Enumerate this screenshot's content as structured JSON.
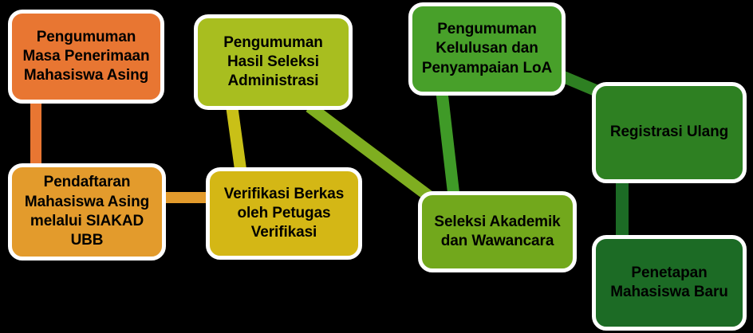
{
  "diagram": {
    "background_color": "#000000",
    "node_border_color": "#ffffff",
    "text_color": "#000000",
    "nodes": [
      {
        "id": "pengumuman-masa",
        "label": "Pengumuman\nMasa Penerimaan\nMahasiswa Asing",
        "color": "#e87632"
      },
      {
        "id": "hasil-seleksi",
        "label": "Pengumuman\nHasil Seleksi\nAdministrasi",
        "color": "#a8be1f"
      },
      {
        "id": "kelulusan-loa",
        "label": "Pengumuman\nKelulusan dan\nPenyampaian LoA",
        "color": "#48a02a"
      },
      {
        "id": "registrasi-ulang",
        "label": "Registrasi Ulang",
        "color": "#2e8022"
      },
      {
        "id": "pendaftaran",
        "label": "Pendaftaran\nMahasiswa Asing\nmelalui SIAKAD\nUBB",
        "color": "#e39b2c"
      },
      {
        "id": "verifikasi-berkas",
        "label": "Verifikasi Berkas\noleh  Petugas\nVerifikasi",
        "color": "#d4b715"
      },
      {
        "id": "seleksi-akademik",
        "label": "Seleksi Akademik\ndan Wawancara",
        "color": "#72a81c"
      },
      {
        "id": "penetapan-baru",
        "label": "Penetapan\nMahasiswa Baru",
        "color": "#1c6b25"
      }
    ],
    "edges": [
      {
        "id": "masa-to-pendaftaran",
        "from": "pengumuman-masa",
        "to": "pendaftaran",
        "color": "#e87632"
      },
      {
        "id": "pendaftaran-to-verifikasi",
        "from": "pendaftaran",
        "to": "verifikasi-berkas",
        "color": "#e39b2c"
      },
      {
        "id": "hasil-to-verifikasi",
        "from": "hasil-seleksi",
        "to": "verifikasi-berkas",
        "color": "#c9c017"
      },
      {
        "id": "hasil-to-seleksi-akademik",
        "from": "hasil-seleksi",
        "to": "seleksi-akademik",
        "color": "#7fae20"
      },
      {
        "id": "kelulusan-to-seleksi",
        "from": "kelulusan-loa",
        "to": "seleksi-akademik",
        "color": "#3f9a27"
      },
      {
        "id": "kelulusan-to-registrasi",
        "from": "kelulusan-loa",
        "to": "registrasi-ulang",
        "color": "#2e8022"
      },
      {
        "id": "registrasi-to-penetapan",
        "from": "registrasi-ulang",
        "to": "penetapan-baru",
        "color": "#1c6b25"
      }
    ]
  }
}
